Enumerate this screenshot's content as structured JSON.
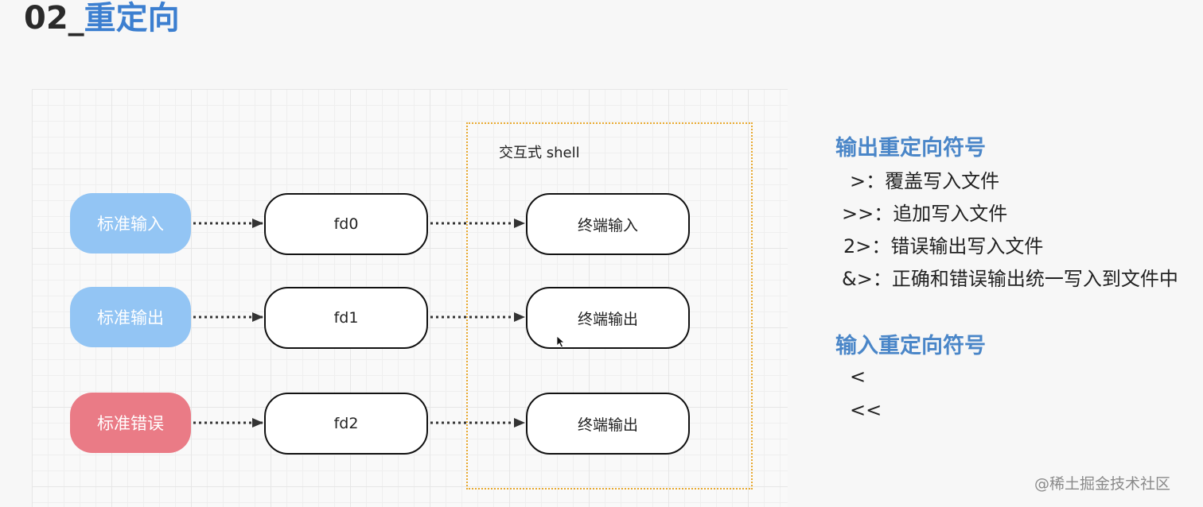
{
  "title": {
    "number": "02_",
    "text": "重定向"
  },
  "diagram": {
    "shell_label": "交互式 shell",
    "sources": [
      "标准输入",
      "标准输出",
      "标准错误"
    ],
    "fds": [
      "fd0",
      "fd1",
      "fd2"
    ],
    "terminals": [
      "终端输入",
      "终端输出",
      "终端输出"
    ],
    "colors": {
      "stdin": "#93c5f4",
      "stdout": "#93c5f4",
      "stderr": "#ea7b86",
      "shell_border": "#e8a930"
    }
  },
  "output_section": {
    "title": "输出重定向符号",
    "items": [
      {
        "symbol": ">：",
        "desc": "覆盖写入文件"
      },
      {
        "symbol": ">>：",
        "desc": "追加写入文件"
      },
      {
        "symbol": "2>：",
        "desc": "错误输出写入文件"
      },
      {
        "symbol": "&>：",
        "desc": "正确和错误输出统一写入到文件中"
      }
    ]
  },
  "input_section": {
    "title": "输入重定向符号",
    "items": [
      "<",
      "<<"
    ]
  },
  "watermark": "@稀土掘金技术社区",
  "accent_color": "#3c7fd0"
}
